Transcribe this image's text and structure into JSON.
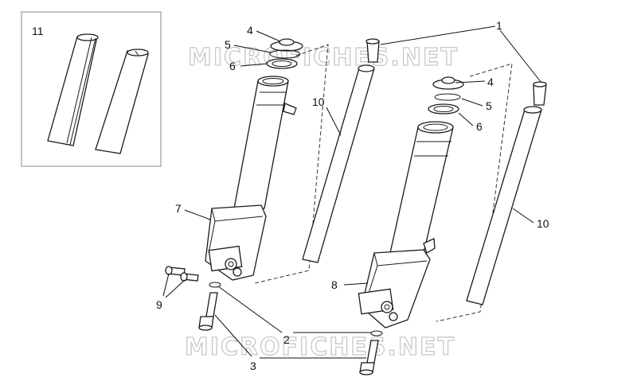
{
  "watermark": "MICROFICHES.NET",
  "callouts": [
    {
      "id": "c1",
      "text": "1"
    },
    {
      "id": "c2",
      "text": "2"
    },
    {
      "id": "c3",
      "text": "3"
    },
    {
      "id": "c4a",
      "text": "4"
    },
    {
      "id": "c4b",
      "text": "4"
    },
    {
      "id": "c5a",
      "text": "5"
    },
    {
      "id": "c5b",
      "text": "5"
    },
    {
      "id": "c6a",
      "text": "6"
    },
    {
      "id": "c6b",
      "text": "6"
    },
    {
      "id": "c7",
      "text": "7"
    },
    {
      "id": "c8",
      "text": "8"
    },
    {
      "id": "c9",
      "text": "9"
    },
    {
      "id": "c10a",
      "text": "10"
    },
    {
      "id": "c10b",
      "text": "10"
    },
    {
      "id": "c11",
      "text": "11"
    }
  ]
}
